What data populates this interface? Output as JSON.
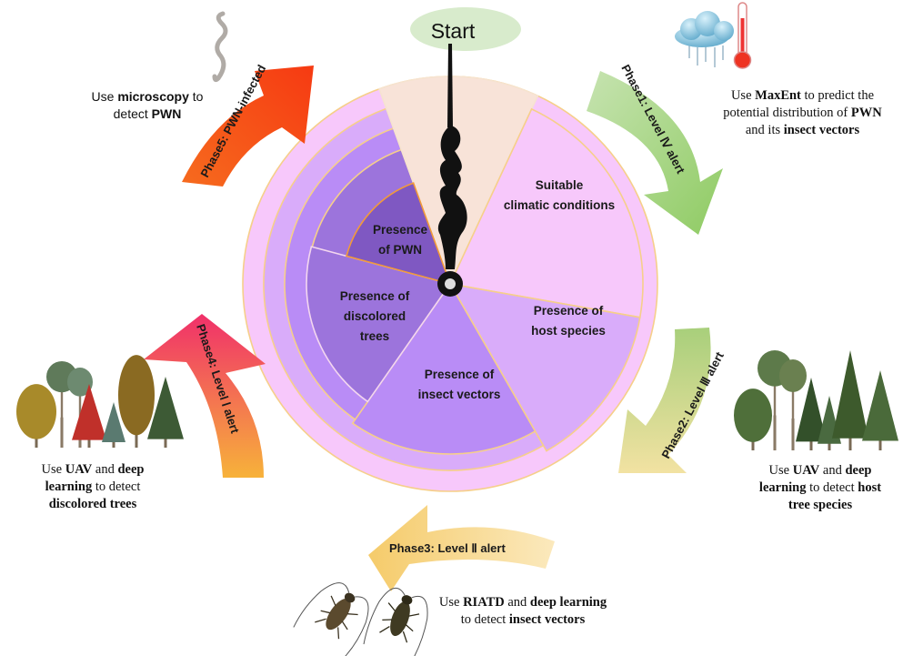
{
  "start": {
    "label": "Start"
  },
  "wheel": {
    "segments": [
      {
        "id": "start",
        "lines": [],
        "color": "#f8e3d8"
      },
      {
        "id": "climate",
        "lines": [
          "Suitable",
          "climatic conditions"
        ],
        "color": "#f7c8fb"
      },
      {
        "id": "host",
        "lines": [
          "Presence of",
          "host species"
        ],
        "color": "#d9acfa"
      },
      {
        "id": "insect",
        "lines": [
          "Presence of",
          "insect vectors"
        ],
        "color": "#b98cf6"
      },
      {
        "id": "discolored",
        "lines": [
          "Presence of",
          "discolored",
          "trees"
        ],
        "color": "#9c74dc"
      },
      {
        "id": "pwn",
        "lines": [
          "Presence",
          "of PWN"
        ],
        "color": "#7f58c2"
      }
    ],
    "ring_colors": [
      "#f7c8fb",
      "#d9acfa",
      "#b98cf6",
      "#9c74dc"
    ],
    "border_color": "#f6cf8a"
  },
  "phases": [
    {
      "id": "phase1",
      "label": "Phase1: Level Ⅳ alert",
      "colors": [
        "#c6e3b0",
        "#8fcb63"
      ]
    },
    {
      "id": "phase2",
      "label": "Phase2: Level Ⅲ alert",
      "colors": [
        "#a8cf7b",
        "#f2e2a2"
      ]
    },
    {
      "id": "phase3",
      "label": "Phase3: Level Ⅱ alert",
      "colors": [
        "#fbe9bd",
        "#f5cb6a"
      ]
    },
    {
      "id": "phase4",
      "label": "Phase4: Level Ⅰ alert",
      "colors": [
        "#f7b23a",
        "#f0306a"
      ]
    },
    {
      "id": "phase5",
      "label": "Phase5: PWN-infected",
      "colors": [
        "#f66b1e",
        "#f63a12"
      ]
    }
  ],
  "descriptions": {
    "phase1": {
      "parts": [
        [
          "Use ",
          false
        ],
        [
          "MaxEnt",
          true
        ],
        [
          " to predict the potential distribution of ",
          false
        ],
        [
          "PWN",
          true
        ],
        [
          " and its ",
          false
        ],
        [
          "insect vectors",
          true
        ]
      ]
    },
    "phase2": {
      "parts": [
        [
          "Use ",
          false
        ],
        [
          "UAV",
          true
        ],
        [
          " and ",
          false
        ],
        [
          "deep learning",
          true
        ],
        [
          " to detect ",
          false
        ],
        [
          "host tree species",
          true
        ]
      ]
    },
    "phase3": {
      "parts": [
        [
          "Use ",
          false
        ],
        [
          "RIATD",
          true
        ],
        [
          " and ",
          false
        ],
        [
          "deep learning",
          true
        ],
        [
          " to detect ",
          false
        ],
        [
          "insect vectors",
          true
        ]
      ]
    },
    "phase4": {
      "parts": [
        [
          "Use ",
          false
        ],
        [
          "UAV",
          true
        ],
        [
          " and ",
          false
        ],
        [
          "deep learning",
          true
        ],
        [
          " to detect ",
          false
        ],
        [
          "discolored trees",
          true
        ]
      ]
    },
    "phase5": {
      "parts": [
        [
          "Use ",
          false
        ],
        [
          "microscopy",
          true
        ],
        [
          " to detect ",
          false
        ],
        [
          "PWN",
          true
        ]
      ]
    }
  },
  "icons": {
    "weather": "cloud-rain-thermometer-icon",
    "nematode": "nematode-icon",
    "host_trees": "host-trees-icon",
    "discolored_trees": "discolored-trees-icon",
    "beetles": "beetle-icon"
  }
}
